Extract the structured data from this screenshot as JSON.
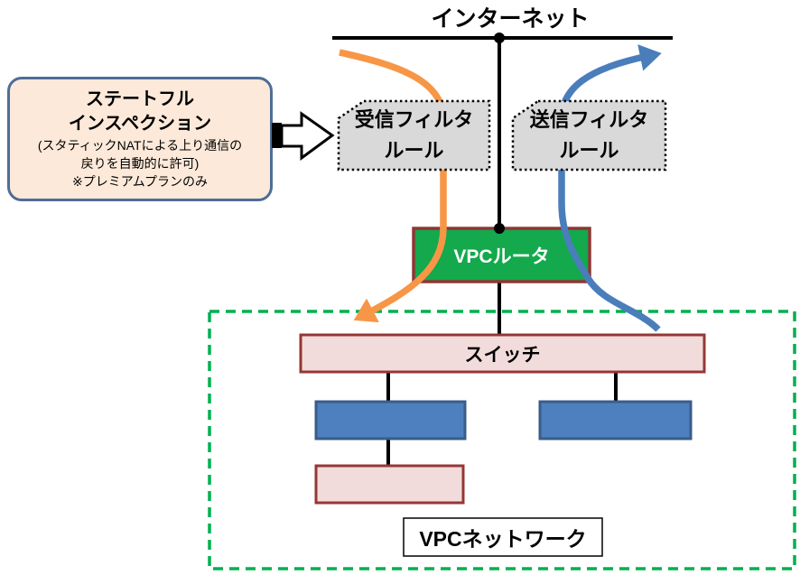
{
  "diagram": {
    "internet_label": "インターネット",
    "callout": {
      "title_line1": "ステートフル",
      "title_line2": "インスペクション",
      "detail_line1": "(スタティックNATによる上り通信の",
      "detail_line2": "戻りを自動的に許可)",
      "detail_line3": "※プレミアムプランのみ"
    },
    "inbound_filter": {
      "line1": "受信フィルタ",
      "line2": "ルール"
    },
    "outbound_filter": {
      "line1": "送信フィルタ",
      "line2": "ルール"
    },
    "router_label": "VPCルータ",
    "switch_label": "スイッチ",
    "network_label": "VPCネットワーク",
    "colors": {
      "inbound_arrow_orange": "#F79646",
      "outbound_arrow_blue": "#4A7EBB",
      "router_green": "#13A94C",
      "network_dashed_green": "#00B050",
      "red_brown_border": "#953735",
      "pink_fill": "#F2DCDB",
      "server_blue_fill": "#4E7FBE",
      "server_blue_border": "#385D8A",
      "filter_gray_fill": "#D9D9D9",
      "callout_fill": "#FCE9D9",
      "callout_border": "#4F6D96"
    }
  }
}
